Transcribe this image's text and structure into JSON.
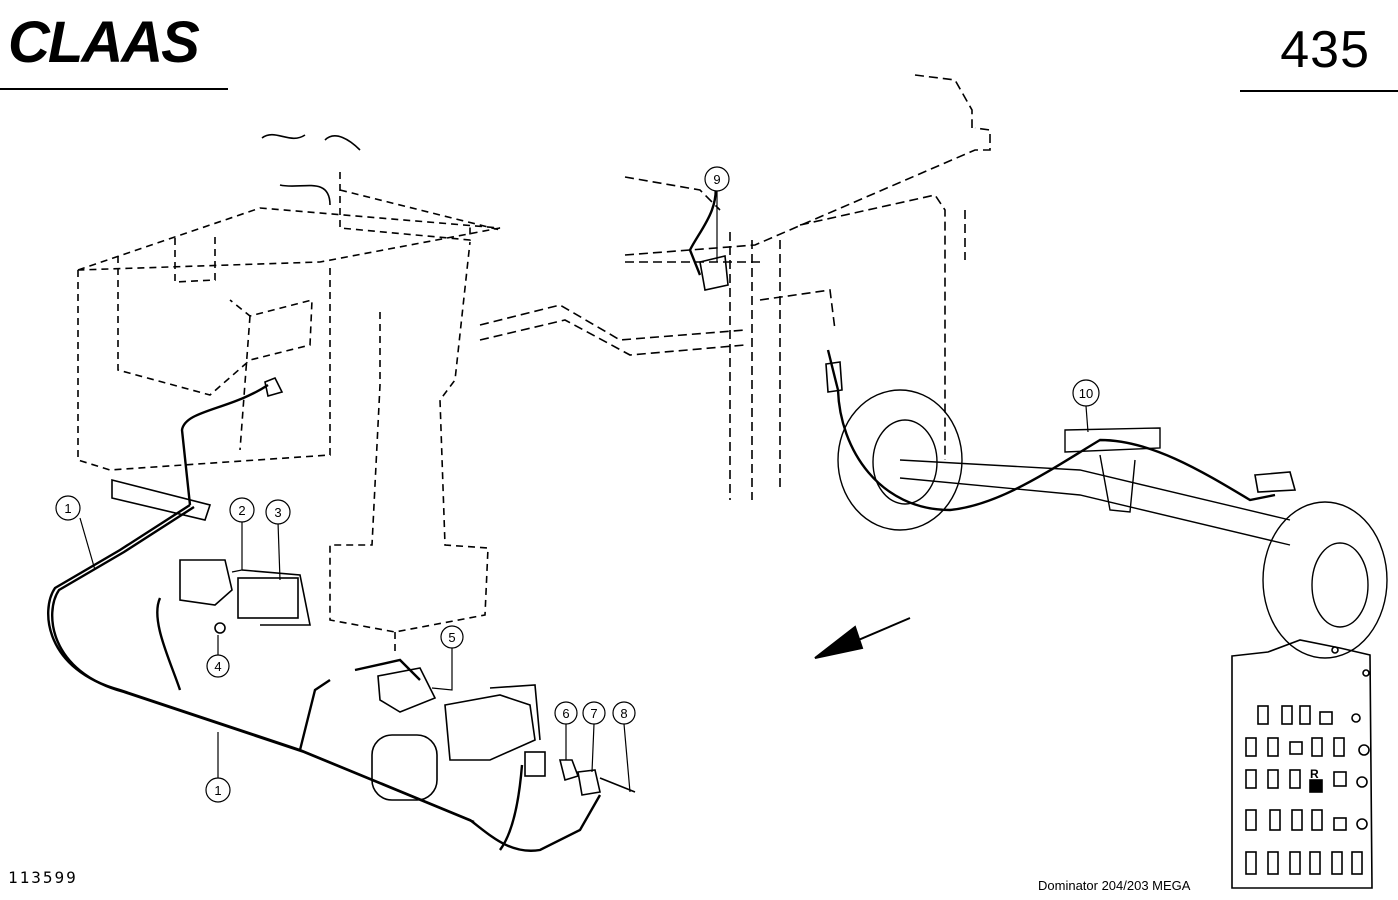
{
  "header": {
    "brand": "CLAAS",
    "page_number": "435"
  },
  "footer": {
    "drawing_number": "113599",
    "model": "Dominator 204/203 MEGA"
  },
  "callouts": [
    {
      "id": "callout-1a",
      "label": "1"
    },
    {
      "id": "callout-1b",
      "label": "1"
    },
    {
      "id": "callout-2",
      "label": "2"
    },
    {
      "id": "callout-3",
      "label": "3"
    },
    {
      "id": "callout-4",
      "label": "4"
    },
    {
      "id": "callout-5",
      "label": "5"
    },
    {
      "id": "callout-6",
      "label": "6"
    },
    {
      "id": "callout-7",
      "label": "7"
    },
    {
      "id": "callout-8",
      "label": "8"
    },
    {
      "id": "callout-9",
      "label": "9"
    },
    {
      "id": "callout-10",
      "label": "10"
    }
  ],
  "switch_panel": {
    "marker": "R"
  }
}
